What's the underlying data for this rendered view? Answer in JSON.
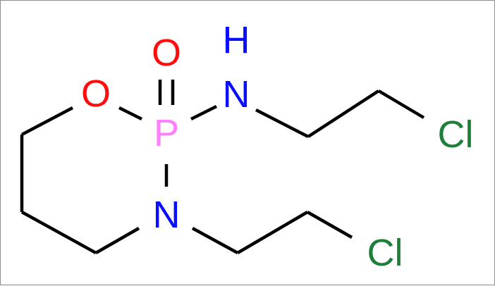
{
  "molecule": {
    "atoms": {
      "o_double": {
        "symbol": "O",
        "color": "#ff0d0d"
      },
      "o_ring": {
        "symbol": "O",
        "color": "#ff0d0d"
      },
      "p": {
        "symbol": "P",
        "color": "#ff80ff"
      },
      "n_amine": {
        "symbol": "N",
        "color": "#0a10ff"
      },
      "h_amine": {
        "symbol": "H",
        "color": "#0a10ff"
      },
      "n_ring": {
        "symbol": "N",
        "color": "#0a10ff"
      },
      "cl_top": {
        "symbol": "Cl",
        "color": "#1f7f3a"
      },
      "cl_bottom": {
        "symbol": "Cl",
        "color": "#1f7f3a"
      }
    }
  }
}
